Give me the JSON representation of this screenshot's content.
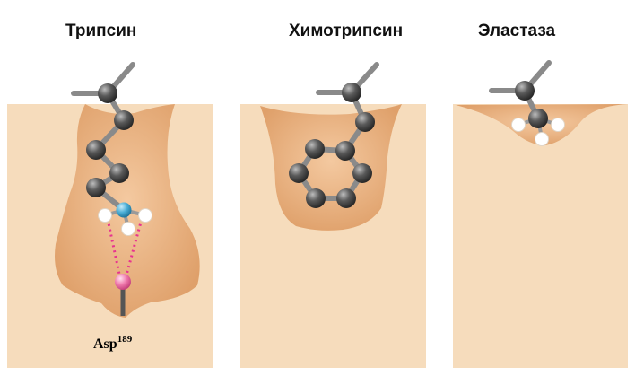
{
  "panels": [
    {
      "id": "trypsin",
      "title": "Трипсин",
      "residue": "Asp",
      "residue_number": "189"
    },
    {
      "id": "chymotrypsin",
      "title": "Химотрипсин"
    },
    {
      "id": "elastase",
      "title": "Эластаза"
    }
  ],
  "colors": {
    "tissue": "#f6dcbc",
    "pocket": "#e3aa76",
    "carbon": "#3f3f3f",
    "bond": "#8a8a8a",
    "nitrogen": "#4aaed6",
    "hydrogen": "#ffffff",
    "aspartate": "#f07cae",
    "salt_bridge": "#e8338f"
  }
}
